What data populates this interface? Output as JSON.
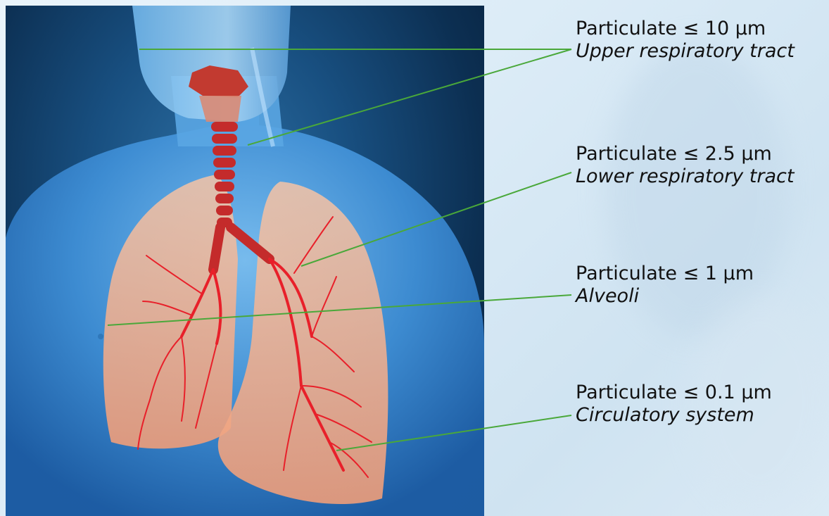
{
  "annotations": [
    {
      "size": "Particulate ≤ 10 μm",
      "region": "Upper respiratory tract"
    },
    {
      "size": "Particulate ≤ 2.5 μm",
      "region": "Lower respiratory tract"
    },
    {
      "size": "Particulate ≤ 1 μm",
      "region": "Alveoli"
    },
    {
      "size": "Particulate ≤ 0.1 μm",
      "region": "Circulatory system"
    }
  ],
  "colors": {
    "leader_line": "#4aa83a",
    "body": "#3f8fd6",
    "lungs": "#f2a684",
    "airway": "#c42b2b",
    "vessels": "#e8202a"
  }
}
